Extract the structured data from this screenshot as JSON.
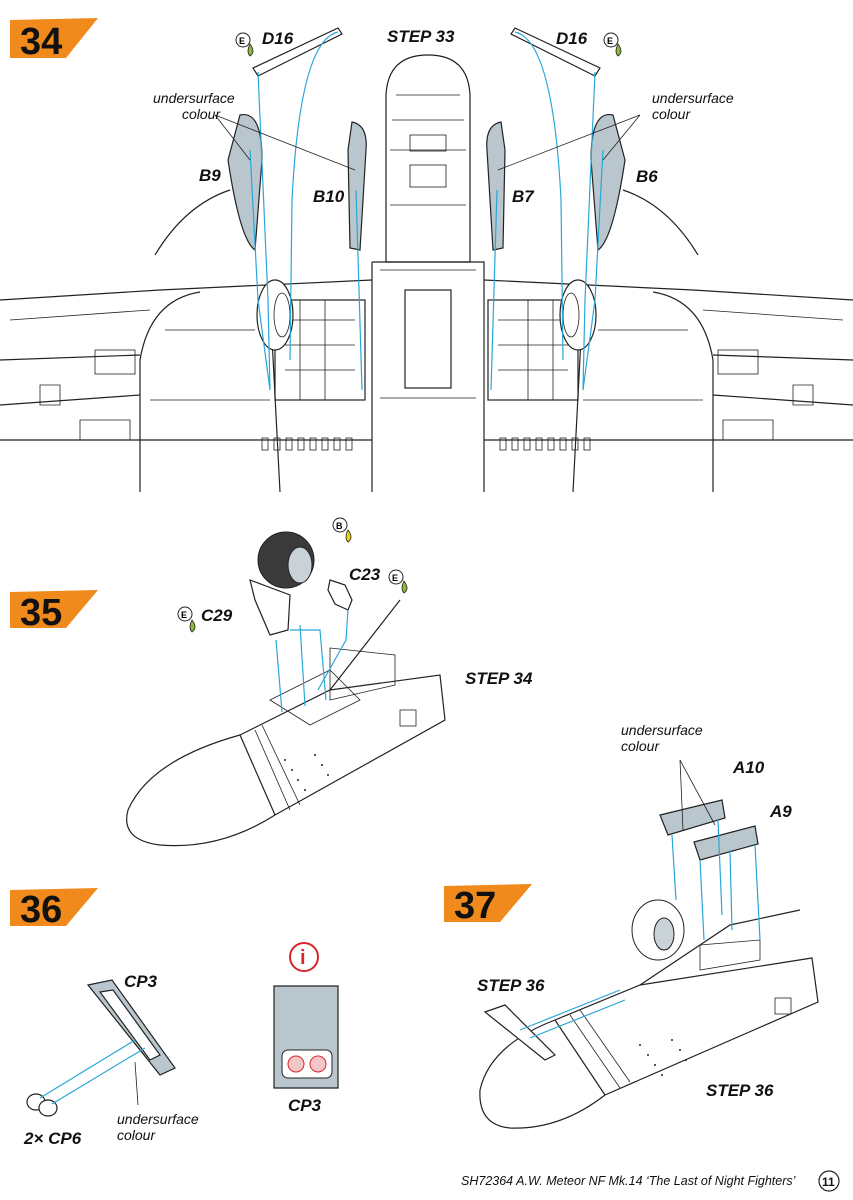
{
  "steps": {
    "s34": {
      "number": "34",
      "ref": "STEP 33",
      "labels": {
        "d16_left": "D16",
        "d16_right": "D16",
        "b9": "B9",
        "b10": "B10",
        "b7": "B7",
        "b6": "B6",
        "undersurface_left_1": "undersurface",
        "undersurface_left_2": "colour",
        "undersurface_right_1": "undersurface",
        "undersurface_right_2": "colour"
      },
      "marker_letters": {
        "e1": "E",
        "e2": "E"
      }
    },
    "s35": {
      "number": "35",
      "ref": "STEP 34",
      "labels": {
        "c23": "C23",
        "c29": "C29"
      },
      "marker_letters": {
        "b": "B",
        "e1": "E",
        "e2": "E"
      }
    },
    "s36": {
      "number": "36",
      "labels": {
        "cp3_top": "CP3",
        "cp3_bottom": "CP3",
        "cp6": "2× CP6",
        "undersurface_1": "undersurface",
        "undersurface_2": "colour",
        "info": "i"
      }
    },
    "s37": {
      "number": "37",
      "ref_left": "STEP 36",
      "ref_right": "STEP 36",
      "labels": {
        "a10": "A10",
        "a9": "A9",
        "undersurface_1": "undersurface",
        "undersurface_2": "colour"
      }
    }
  },
  "footer": {
    "text": "SH72364  A.W. Meteor NF Mk.14 ‘The Last of Night Fighters’",
    "page": "11"
  },
  "colors": {
    "accent_orange": "#f08a1c",
    "guide_blue": "#2aa6d8",
    "part_grey": "#b9c6cd",
    "marker_green": "#8db63c",
    "marker_yellow": "#e8d21a",
    "info_red": "#d9262c"
  }
}
